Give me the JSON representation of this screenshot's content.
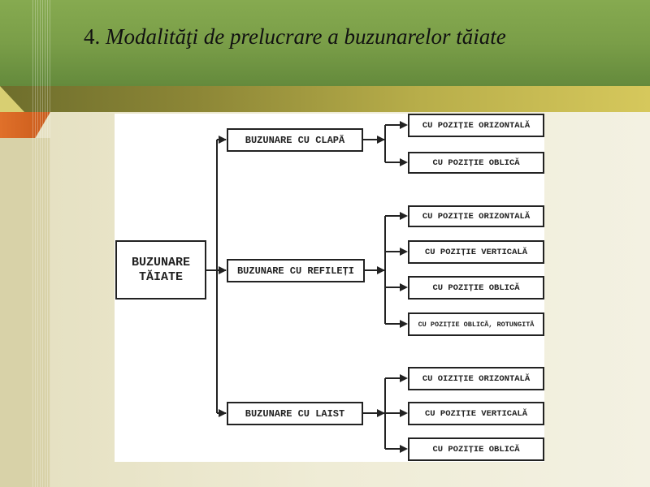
{
  "slide": {
    "title_number": "4.",
    "title_text": "Modalităţi de prelucrare a buzunarelor tăiate"
  },
  "diagram": {
    "root": "BUZUNARE TĂIATE",
    "branches": [
      {
        "label": "BUZUNARE CU CLAPĂ",
        "children": [
          "CU POZIȚIE ORIZONTALĂ",
          "CU POZIȚIE OBLICĂ"
        ]
      },
      {
        "label": "BUZUNARE CU REFILEȚI",
        "children": [
          "CU POZIȚIE ORIZONTALĂ",
          "CU POZIȚIE VERTICALĂ",
          "CU POZIȚIE OBLICĂ",
          "CU POZIȚIE OBLICĂ, ROTUNGITĂ"
        ]
      },
      {
        "label": "BUZUNARE CU LAIST",
        "children": [
          "CU OIZIȚIE ORIZONTALĂ",
          "CU POZIȚIE VERTICALĂ",
          "CU POZIȚIE OBLICĂ"
        ]
      }
    ]
  },
  "colors": {
    "header_green": "#7a9e48",
    "band_yellow": "#d6c85c",
    "accent_orange": "#e0702a",
    "line": "#222222"
  }
}
